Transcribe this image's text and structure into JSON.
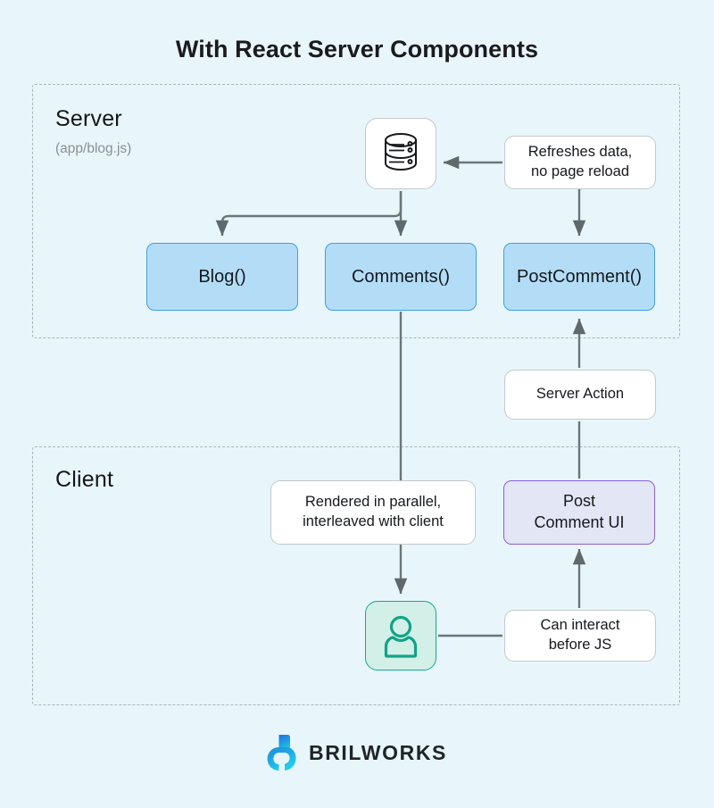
{
  "page": {
    "title": "With React Server Components",
    "background_color": "#e8f6fc"
  },
  "regions": [
    {
      "id": "server",
      "label": "Server",
      "sublabel": "(app/blog.js)"
    },
    {
      "id": "client",
      "label": "Client",
      "sublabel": ""
    }
  ],
  "nodes": {
    "database": {
      "label": "",
      "icon": "database-icon",
      "style": "icon-box"
    },
    "refresh": {
      "label": "Refreshes data,\nno page reload",
      "line1": "Refreshes data,",
      "line2": "no page reload",
      "style": "white-box"
    },
    "blog": {
      "label": "Blog()",
      "style": "blue-box"
    },
    "comments": {
      "label": "Comments()",
      "style": "blue-box"
    },
    "post_comment": {
      "label": "PostComment()",
      "style": "blue-box"
    },
    "server_action": {
      "label": "Server Action",
      "style": "white-box"
    },
    "rendered": {
      "line1": "Rendered in parallel,",
      "line2": "interleaved with client",
      "style": "white-box"
    },
    "post_comment_ui": {
      "line1": "Post",
      "line2": "Comment UI",
      "style": "purple-box"
    },
    "user": {
      "label": "",
      "icon": "user-icon",
      "style": "user-box"
    },
    "can_interact": {
      "line1": "Can interact",
      "line2": "before JS",
      "style": "white-box"
    }
  },
  "footer": {
    "brand": "BRILWORKS",
    "logo_icon": "brilworks-b-mark"
  },
  "colors": {
    "background": "#e8f6fc",
    "blue_fill": "#b3ddf7",
    "blue_border": "#3ea0e0",
    "purple_fill": "#e2e6f5",
    "purple_border": "#8a5fd6",
    "teal_fill": "#d2f0e8",
    "teal_border": "#15a98b",
    "white_fill": "#ffffff",
    "gray_border": "#c3c8cc",
    "dashed_border": "#a9b4b6",
    "connector": "#6b7578",
    "text": "#16181c",
    "muted_text": "#8a9094",
    "logo_blue": "#1f7ae0",
    "logo_cyan": "#22c9e8"
  }
}
